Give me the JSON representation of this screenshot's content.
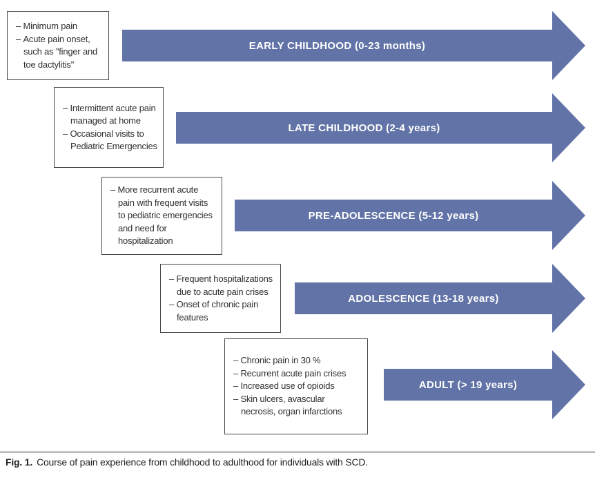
{
  "colors": {
    "arrow_fill": "#6173a7",
    "arrow_label_text": "#ffffff",
    "box_border": "#474747",
    "body_text": "#322f2e"
  },
  "stages": [
    {
      "label": "EARLY CHILDHOOD (0-23 months)",
      "notes": [
        "Minimum pain",
        "Acute pain onset, such as \"finger and toe dactylitis\""
      ]
    },
    {
      "label": "LATE CHILDHOOD (2-4 years)",
      "notes": [
        "Intermittent acute pain managed at home",
        "Occasional visits to Pediatric Emergencies"
      ]
    },
    {
      "label": "PRE-ADOLESCENCE (5-12 years)",
      "notes": [
        "More recurrent acute pain with frequent visits to pediatric emergencies and need for hospitalization"
      ]
    },
    {
      "label": "ADOLESCENCE (13-18 years)",
      "notes": [
        "Frequent hospitalizations due to acute pain crises",
        "Onset of chronic pain features"
      ]
    },
    {
      "label": "ADULT (> 19 years)",
      "notes": [
        "Chronic pain in 30 %",
        "Recurrent acute pain crises",
        "Increased use of opioids",
        "Skin ulcers, avascular necrosis, organ infarctions"
      ]
    }
  ],
  "caption": {
    "label": "Fig. 1.",
    "text": "Course of pain experience from childhood to adulthood for individuals with SCD."
  }
}
